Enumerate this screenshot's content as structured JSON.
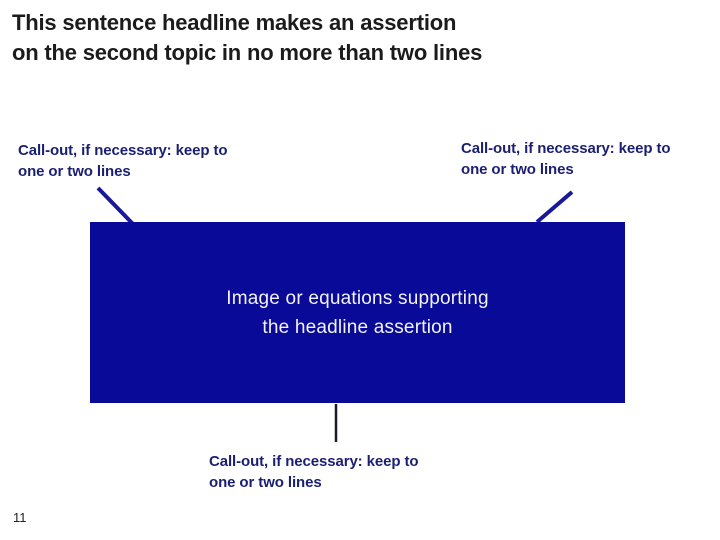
{
  "slide": {
    "headline": {
      "lines": [
        "This sentence headline makes an assertion",
        "on the second topic in no more than two lines"
      ]
    },
    "callouts": {
      "top_left": {
        "lines": [
          "Call-out, if necessary: keep to",
          "one or two lines"
        ]
      },
      "top_right": {
        "lines": [
          "Call-out, if necessary: keep to",
          "one or two lines"
        ]
      },
      "bottom": {
        "lines": [
          "Call-out, if necessary: keep to",
          "one or two lines"
        ]
      }
    },
    "image_box": {
      "lines": [
        "Image or equations supporting",
        "the headline assertion"
      ]
    },
    "page_number": "11"
  },
  "colors": {
    "background": "#ffffff",
    "headline_text": "#1b1b1b",
    "callout_text": "#1a1f71",
    "box_fill": "#0a0a99",
    "box_text": "#f2f2f7",
    "connector": "#181899",
    "bottom_connector": "#1a1a2e"
  }
}
